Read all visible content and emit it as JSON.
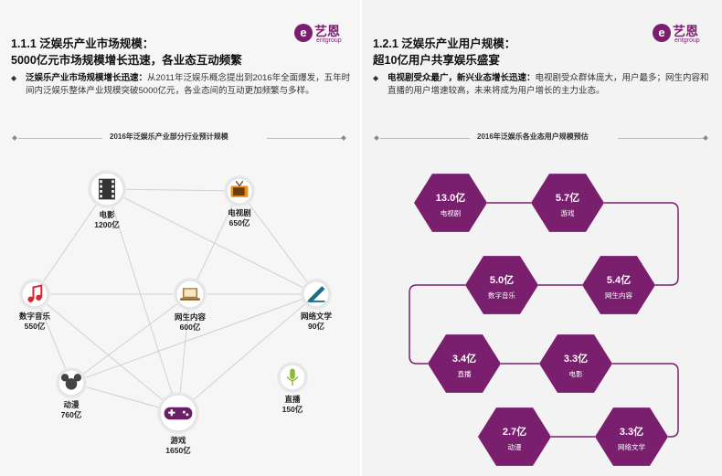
{
  "left": {
    "title_line1": "1.1.1 泛娱乐产业市场规模：",
    "title_line2": "5000亿元市场规模增长迅速，各业态互动频繁",
    "desc_bold": "泛娱乐产业市场规模增长迅速：",
    "desc_text": "从2011年泛娱乐概念提出到2016年全面爆发，五年时间内泛娱乐整体产业规模突破5000亿元，各业态间的互动更加频繁与多样。",
    "chart_title": "2016年泛娱乐产业部分行业预计规模",
    "nodes": [
      {
        "name": "电影",
        "value": "1200亿",
        "icon": "film-icon"
      },
      {
        "name": "电视剧",
        "value": "650亿",
        "icon": "tv-icon"
      },
      {
        "name": "数字音乐",
        "value": "550亿",
        "icon": "music-note-icon"
      },
      {
        "name": "网生内容",
        "value": "600亿",
        "icon": "laptop-icon"
      },
      {
        "name": "网络文学",
        "value": "90亿",
        "icon": "pen-icon"
      },
      {
        "name": "动漫",
        "value": "760亿",
        "icon": "mouse-ears-icon"
      },
      {
        "name": "游戏",
        "value": "1650亿",
        "icon": "gamepad-icon"
      },
      {
        "name": "直播",
        "value": "150亿",
        "icon": "microphone-icon"
      }
    ]
  },
  "right": {
    "title_line1": "1.2.1 泛娱乐产业用户规模：",
    "title_line2": "超10亿用户共享娱乐盛宴",
    "desc_bold": "电视剧受众最广，新兴业态增长迅速：",
    "desc_text": "电视剧受众群体庞大，用户最多；网生内容和直播的用户增速较高，未来将成为用户增长的主力业态。",
    "chart_title": "2016年泛娱乐各业态用户规模预估",
    "hexes": [
      {
        "value": "13.0亿",
        "name": "电视剧"
      },
      {
        "value": "5.7亿",
        "name": "游戏"
      },
      {
        "value": "5.4亿",
        "name": "网生内容"
      },
      {
        "value": "5.0亿",
        "name": "数字音乐"
      },
      {
        "value": "3.4亿",
        "name": "直播"
      },
      {
        "value": "3.3亿",
        "name": "电影"
      },
      {
        "value": "3.3亿",
        "name": "网络文学"
      },
      {
        "value": "2.7亿",
        "name": "动漫"
      }
    ]
  },
  "logo": {
    "cn": "艺恩",
    "en": "entgroup",
    "mark": "e"
  },
  "colors": {
    "accent": "#7a1f6e",
    "line": "#d0d0d0"
  }
}
